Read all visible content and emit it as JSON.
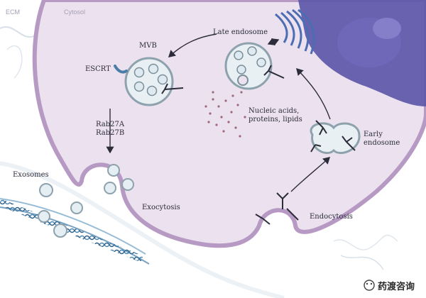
{
  "diagram": {
    "labels": {
      "ecm": "ECM",
      "cytosol": "Cytosol",
      "mvb": "MVB",
      "late_endosome": "Late endosome",
      "escrt": "ESCRT",
      "rab27a": "Rab27A",
      "rab27b": "Rab27B",
      "nucleic": "Nucleic acids,",
      "proteins": "proteins, lipids",
      "early1": "Early",
      "early2": "endosome",
      "exosomes": "Exosomes",
      "exocytosis": "Exocytosis",
      "endocytosis": "Endocytosis"
    },
    "watermark": "药渡咨询"
  }
}
